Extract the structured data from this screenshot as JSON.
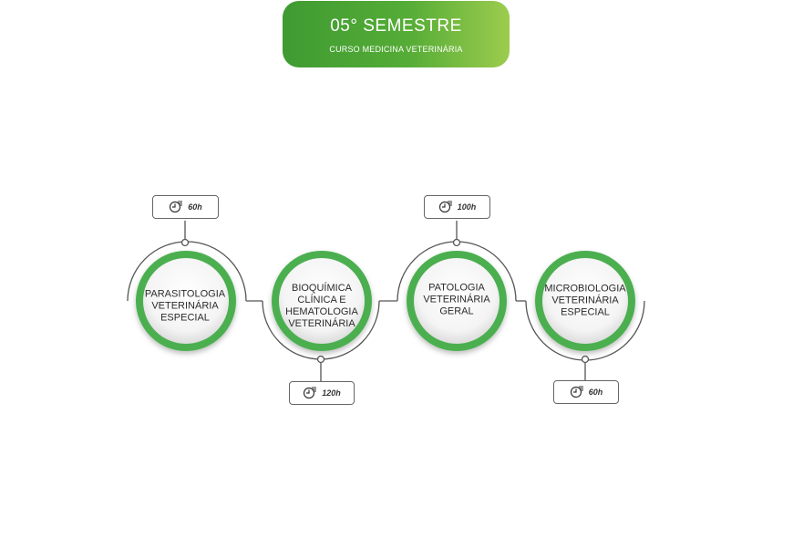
{
  "header": {
    "title": "05° SEMESTRE",
    "subtitle": "CURSO MEDICINA VETERINÁRIA"
  },
  "colors": {
    "accent_green": "#4caf50",
    "header_gradient_start": "#3f9b32",
    "header_gradient_end": "#9ccc4e",
    "connector_gray": "#555555"
  },
  "disciplines": [
    {
      "label": "PARASITOLOGIA VETERINÁRIA ESPECIAL",
      "hours": "60h",
      "hours_icon": "clock-icon"
    },
    {
      "label": "BIOQUÍMICA CLÍNICA E HEMATOLOGIA VETERINÁRIA",
      "hours": "120h",
      "hours_icon": "clock-icon"
    },
    {
      "label": "PATOLOGIA VETERINÁRIA GERAL",
      "hours": "100h",
      "hours_icon": "clock-icon"
    },
    {
      "label": "MICROBIOLOGIA VETERINÁRIA ESPECIAL",
      "hours": "60h",
      "hours_icon": "clock-icon"
    }
  ]
}
